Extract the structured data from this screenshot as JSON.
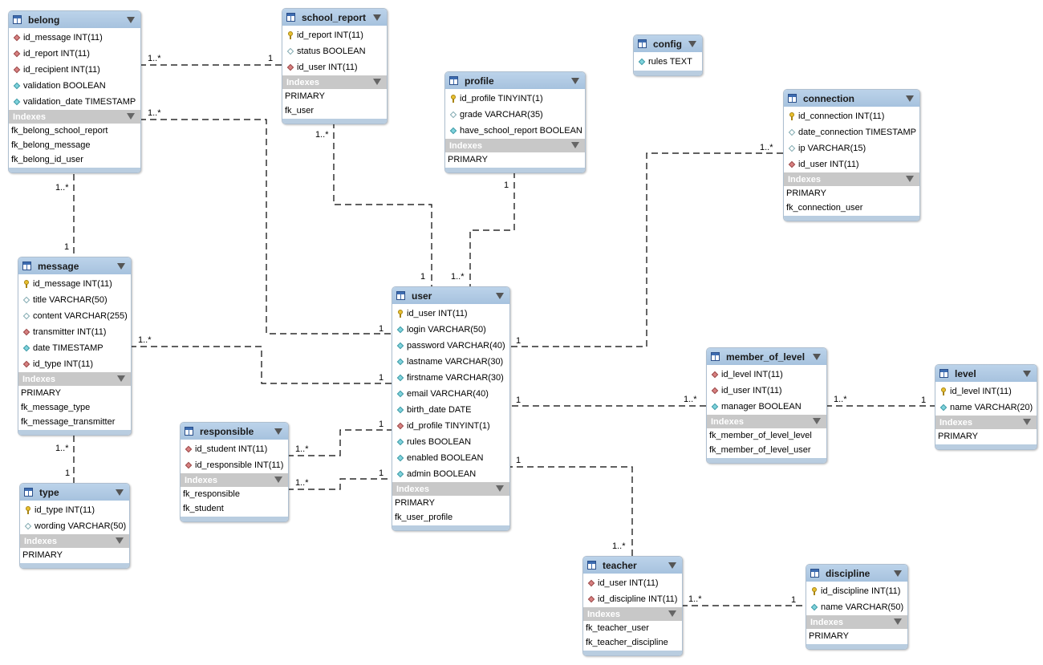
{
  "tables": [
    {
      "id": "belong",
      "name": "belong",
      "columns": [
        {
          "icon": "fk",
          "text": "id_message INT(11)"
        },
        {
          "icon": "fk",
          "text": "id_report INT(11)"
        },
        {
          "icon": "fk",
          "text": "id_recipient INT(11)"
        },
        {
          "icon": "col",
          "text": "validation BOOLEAN"
        },
        {
          "icon": "col",
          "text": "validation_date TIMESTAMP"
        }
      ],
      "indexes_label": "Indexes",
      "indexes": [
        "fk_belong_school_report",
        "fk_belong_message",
        "fk_belong_id_user"
      ]
    },
    {
      "id": "school_report",
      "name": "school_report",
      "columns": [
        {
          "icon": "pk",
          "text": "id_report INT(11)"
        },
        {
          "icon": "null",
          "text": "status BOOLEAN"
        },
        {
          "icon": "fk",
          "text": "id_user INT(11)"
        }
      ],
      "indexes_label": "Indexes",
      "indexes": [
        "PRIMARY",
        "fk_user"
      ]
    },
    {
      "id": "config",
      "name": "config",
      "columns": [
        {
          "icon": "col",
          "text": "rules TEXT"
        }
      ],
      "indexes_label": "",
      "indexes": []
    },
    {
      "id": "profile",
      "name": "profile",
      "columns": [
        {
          "icon": "pk",
          "text": "id_profile TINYINT(1)"
        },
        {
          "icon": "null",
          "text": "grade VARCHAR(35)"
        },
        {
          "icon": "col",
          "text": "have_school_report BOOLEAN"
        }
      ],
      "indexes_label": "Indexes",
      "indexes": [
        "PRIMARY"
      ]
    },
    {
      "id": "connection",
      "name": "connection",
      "columns": [
        {
          "icon": "pk",
          "text": "id_connection INT(11)"
        },
        {
          "icon": "null",
          "text": "date_connection TIMESTAMP"
        },
        {
          "icon": "null",
          "text": "ip VARCHAR(15)"
        },
        {
          "icon": "fk",
          "text": "id_user INT(11)"
        }
      ],
      "indexes_label": "Indexes",
      "indexes": [
        "PRIMARY",
        "fk_connection_user"
      ]
    },
    {
      "id": "message",
      "name": "message",
      "columns": [
        {
          "icon": "pk",
          "text": "id_message INT(11)"
        },
        {
          "icon": "null",
          "text": "title VARCHAR(50)"
        },
        {
          "icon": "null",
          "text": "content VARCHAR(255)"
        },
        {
          "icon": "fk",
          "text": "transmitter INT(11)"
        },
        {
          "icon": "col",
          "text": "date TIMESTAMP"
        },
        {
          "icon": "fk",
          "text": "id_type INT(11)"
        }
      ],
      "indexes_label": "Indexes",
      "indexes": [
        "PRIMARY",
        "fk_message_type",
        "fk_message_transmitter"
      ]
    },
    {
      "id": "user",
      "name": "user",
      "columns": [
        {
          "icon": "pk",
          "text": "id_user INT(11)"
        },
        {
          "icon": "col",
          "text": "login VARCHAR(50)"
        },
        {
          "icon": "col",
          "text": "password VARCHAR(40)"
        },
        {
          "icon": "col",
          "text": "lastname VARCHAR(30)"
        },
        {
          "icon": "col",
          "text": "firstname VARCHAR(30)"
        },
        {
          "icon": "col",
          "text": "email VARCHAR(40)"
        },
        {
          "icon": "col",
          "text": "birth_date DATE"
        },
        {
          "icon": "fk",
          "text": "id_profile TINYINT(1)"
        },
        {
          "icon": "col",
          "text": "rules BOOLEAN"
        },
        {
          "icon": "col",
          "text": "enabled BOOLEAN"
        },
        {
          "icon": "col",
          "text": "admin BOOLEAN"
        }
      ],
      "indexes_label": "Indexes",
      "indexes": [
        "PRIMARY",
        "fk_user_profile"
      ]
    },
    {
      "id": "member_of_level",
      "name": "member_of_level",
      "columns": [
        {
          "icon": "fk",
          "text": "id_level INT(11)"
        },
        {
          "icon": "fk",
          "text": "id_user INT(11)"
        },
        {
          "icon": "col",
          "text": "manager BOOLEAN"
        }
      ],
      "indexes_label": "Indexes",
      "indexes": [
        "fk_member_of_level_level",
        "fk_member_of_level_user"
      ]
    },
    {
      "id": "level",
      "name": "level",
      "columns": [
        {
          "icon": "pk",
          "text": "id_level INT(11)"
        },
        {
          "icon": "col",
          "text": "name VARCHAR(20)"
        }
      ],
      "indexes_label": "Indexes",
      "indexes": [
        "PRIMARY"
      ]
    },
    {
      "id": "responsible",
      "name": "responsible",
      "columns": [
        {
          "icon": "fk",
          "text": "id_student INT(11)"
        },
        {
          "icon": "fk",
          "text": "id_responsible INT(11)"
        }
      ],
      "indexes_label": "Indexes",
      "indexes": [
        "fk_responsible",
        "fk_student"
      ]
    },
    {
      "id": "type",
      "name": "type",
      "columns": [
        {
          "icon": "pk",
          "text": "id_type INT(11)"
        },
        {
          "icon": "null",
          "text": "wording VARCHAR(50)"
        }
      ],
      "indexes_label": "Indexes",
      "indexes": [
        "PRIMARY"
      ]
    },
    {
      "id": "teacher",
      "name": "teacher",
      "columns": [
        {
          "icon": "fk",
          "text": "id_user INT(11)"
        },
        {
          "icon": "fk",
          "text": "id_discipline INT(11)"
        }
      ],
      "indexes_label": "Indexes",
      "indexes": [
        "fk_teacher_user",
        "fk_teacher_discipline"
      ]
    },
    {
      "id": "discipline",
      "name": "discipline",
      "columns": [
        {
          "icon": "pk",
          "text": "id_discipline INT(11)"
        },
        {
          "icon": "col",
          "text": "name VARCHAR(50)"
        }
      ],
      "indexes_label": "Indexes",
      "indexes": [
        "PRIMARY"
      ]
    }
  ],
  "relationships": [
    {
      "from": "belong",
      "to": "school_report",
      "from_card": "1..*",
      "to_card": "1"
    },
    {
      "from": "belong",
      "to": "user",
      "from_card": "1..*",
      "to_card": "1"
    },
    {
      "from": "belong",
      "to": "message",
      "from_card": "1..*",
      "to_card": "1"
    },
    {
      "from": "school_report",
      "to": "user",
      "from_card": "1..*",
      "to_card": "1"
    },
    {
      "from": "profile",
      "to": "user",
      "from_card": "1",
      "to_card": "1..*"
    },
    {
      "from": "connection",
      "to": "user",
      "from_card": "1..*",
      "to_card": "1"
    },
    {
      "from": "message",
      "to": "user",
      "from_card": "1..*",
      "to_card": "1"
    },
    {
      "from": "message",
      "to": "type",
      "from_card": "1..*",
      "to_card": "1"
    },
    {
      "from": "responsible",
      "to": "user",
      "from_card": "1..*",
      "to_card": "1",
      "tag": "a"
    },
    {
      "from": "responsible",
      "to": "user",
      "from_card": "1..*",
      "to_card": "1",
      "tag": "b"
    },
    {
      "from": "member_of_level",
      "to": "user",
      "from_card": "1..*",
      "to_card": "1"
    },
    {
      "from": "member_of_level",
      "to": "level",
      "from_card": "1..*",
      "to_card": "1"
    },
    {
      "from": "teacher",
      "to": "user",
      "from_card": "1..*",
      "to_card": "1"
    },
    {
      "from": "teacher",
      "to": "discipline",
      "from_card": "1..*",
      "to_card": "1"
    }
  ]
}
